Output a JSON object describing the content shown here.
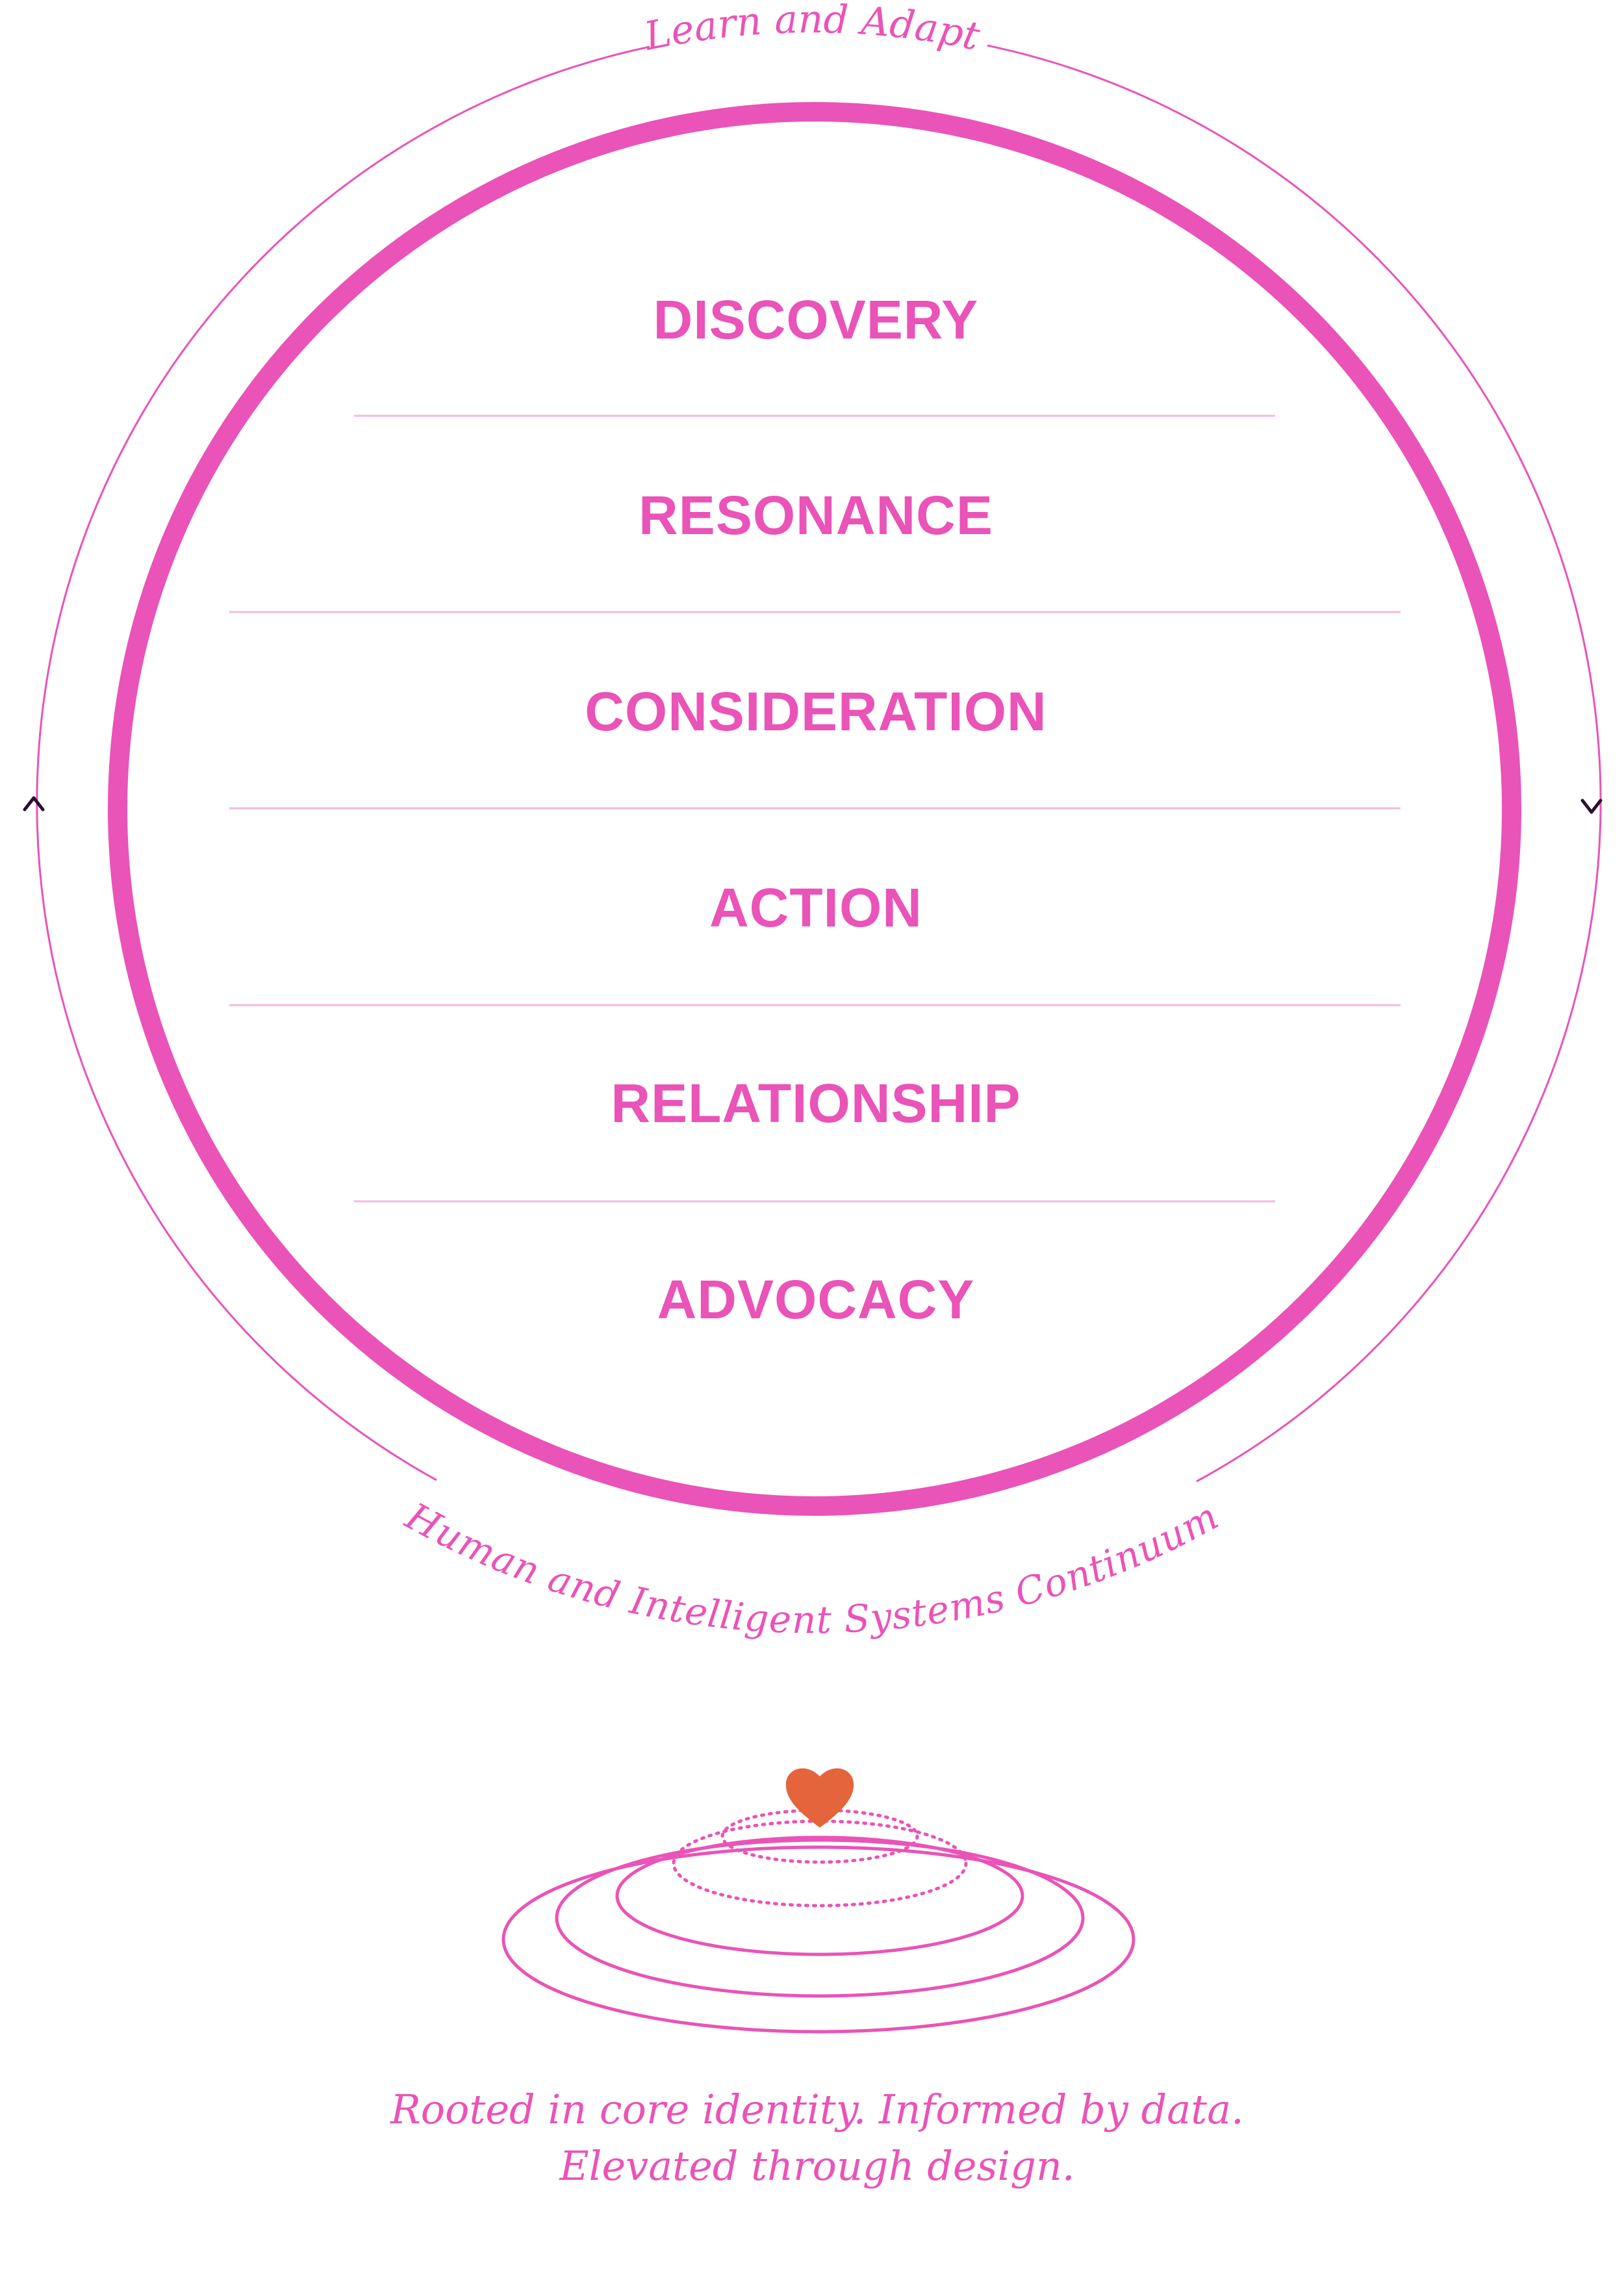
{
  "colors": {
    "pink": "#ea53b7",
    "divider": "#f5b9dc",
    "arrow": "#2a1030",
    "heart": "#e4643b"
  },
  "outer_top_label": "Learn and Adapt",
  "outer_bottom_label": "Human and Intelligent Systems Continuum",
  "stages": [
    {
      "label": "DISCOVERY"
    },
    {
      "label": "RESONANCE"
    },
    {
      "label": "CONSIDERATION"
    },
    {
      "label": "ACTION"
    },
    {
      "label": "RELATIONSHIP"
    },
    {
      "label": "ADVOCACY"
    }
  ],
  "icons": {
    "left_arrow": "chevron-up-icon",
    "right_arrow": "chevron-down-icon",
    "heart": "heart-icon",
    "ripples": "concentric-ripples-icon"
  },
  "tagline": {
    "line1": "Rooted in core identity. Informed by data.",
    "line2": "Elevated through design."
  }
}
